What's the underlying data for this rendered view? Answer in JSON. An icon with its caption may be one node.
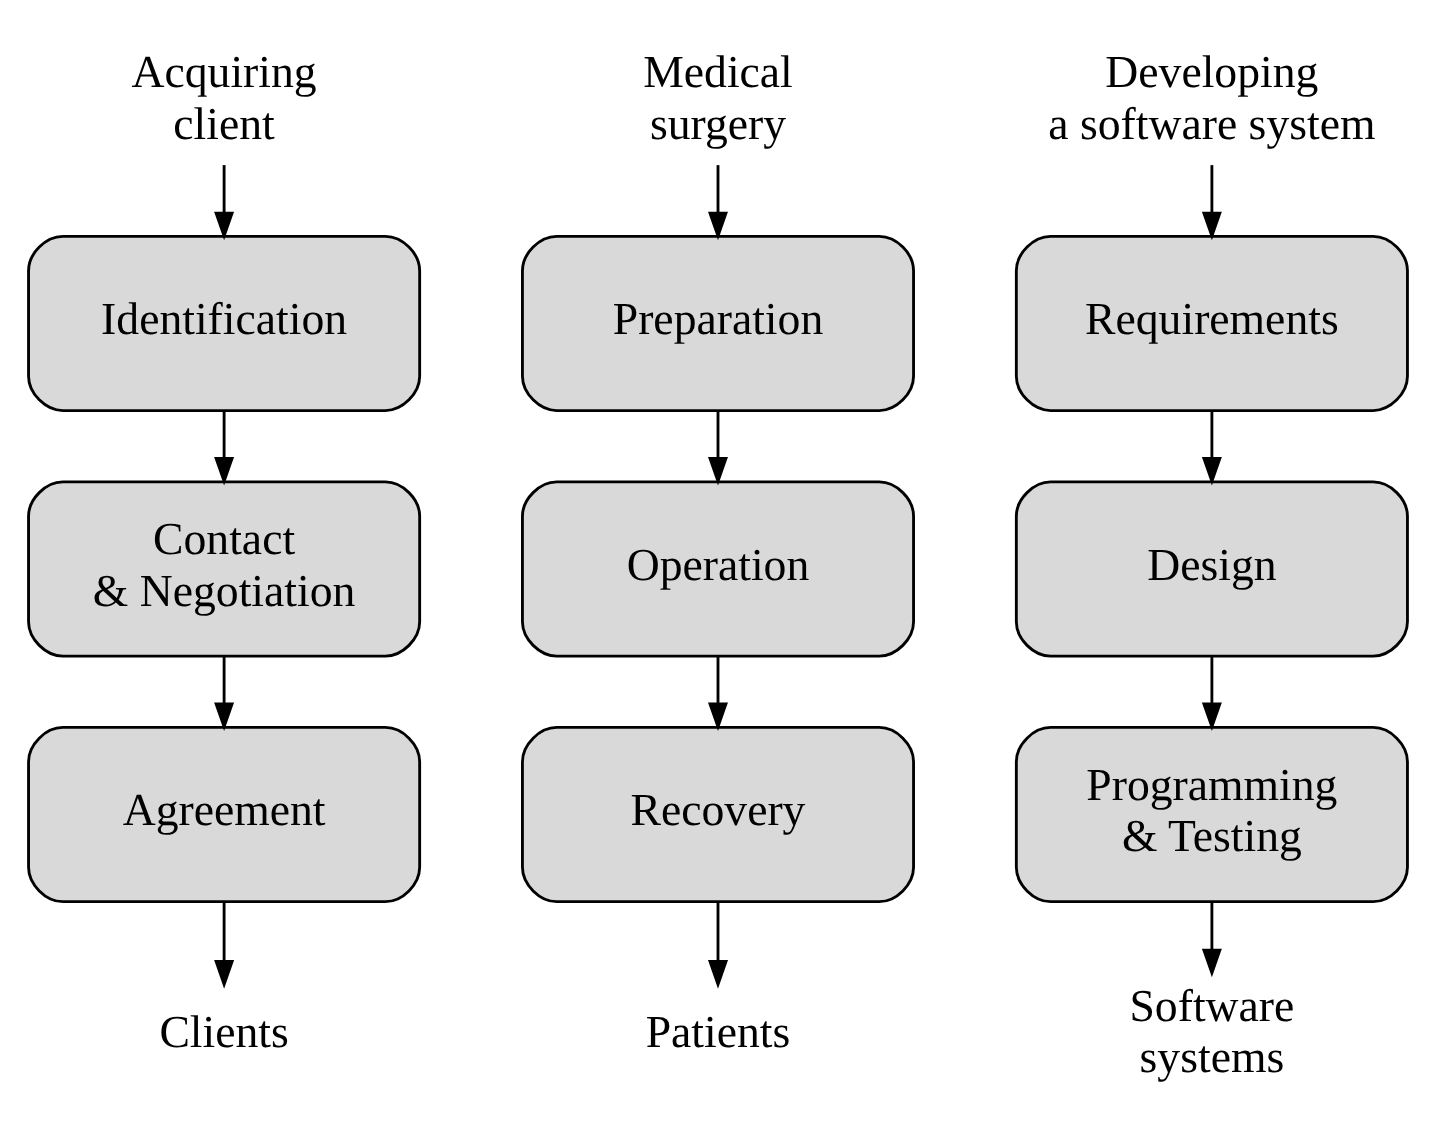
{
  "diagram": {
    "nodes": [
      {
        "text": [
          "Acquiring client"
        ]
      },
      {
        "text": [
          "Identification"
        ]
      },
      {
        "text": [
          "Contact & Negotiation"
        ]
      },
      {
        "text": [
          "Agreement"
        ]
      },
      {
        "text": [
          "Clients"
        ]
      },
      {
        "text": [
          "Medical surgery"
        ]
      },
      {
        "text": [
          "Preparation"
        ]
      },
      {
        "text": [
          "Operation"
        ]
      },
      {
        "text": [
          "Recovery"
        ]
      },
      {
        "text": [
          "Patients"
        ]
      },
      {
        "text": [
          "Developing a software system"
        ]
      },
      {
        "text": [
          "Requirements"
        ]
      },
      {
        "text": [
          "Design"
        ]
      },
      {
        "text": [
          "Programming & Testing"
        ]
      },
      {
        "text": [
          "Software systems"
        ]
      }
    ],
    "edges": [
      {
        "from": 0,
        "to": 1,
        "arrow": "to"
      },
      {
        "from": 1,
        "to": 2,
        "arrow": "to"
      },
      {
        "from": 2,
        "to": 3,
        "arrow": "to"
      },
      {
        "from": 3,
        "to": 4,
        "arrow": "to"
      },
      {
        "from": 5,
        "to": 6,
        "arrow": "to"
      },
      {
        "from": 6,
        "to": 7,
        "arrow": "to"
      },
      {
        "from": 7,
        "to": 8,
        "arrow": "to"
      },
      {
        "from": 8,
        "to": 9,
        "arrow": "to"
      },
      {
        "from": 10,
        "to": 11,
        "arrow": "to"
      },
      {
        "from": 11,
        "to": 12,
        "arrow": "to"
      },
      {
        "from": 12,
        "to": 13,
        "arrow": "to"
      },
      {
        "from": 13,
        "to": 14,
        "arrow": "to"
      }
    ]
  }
}
